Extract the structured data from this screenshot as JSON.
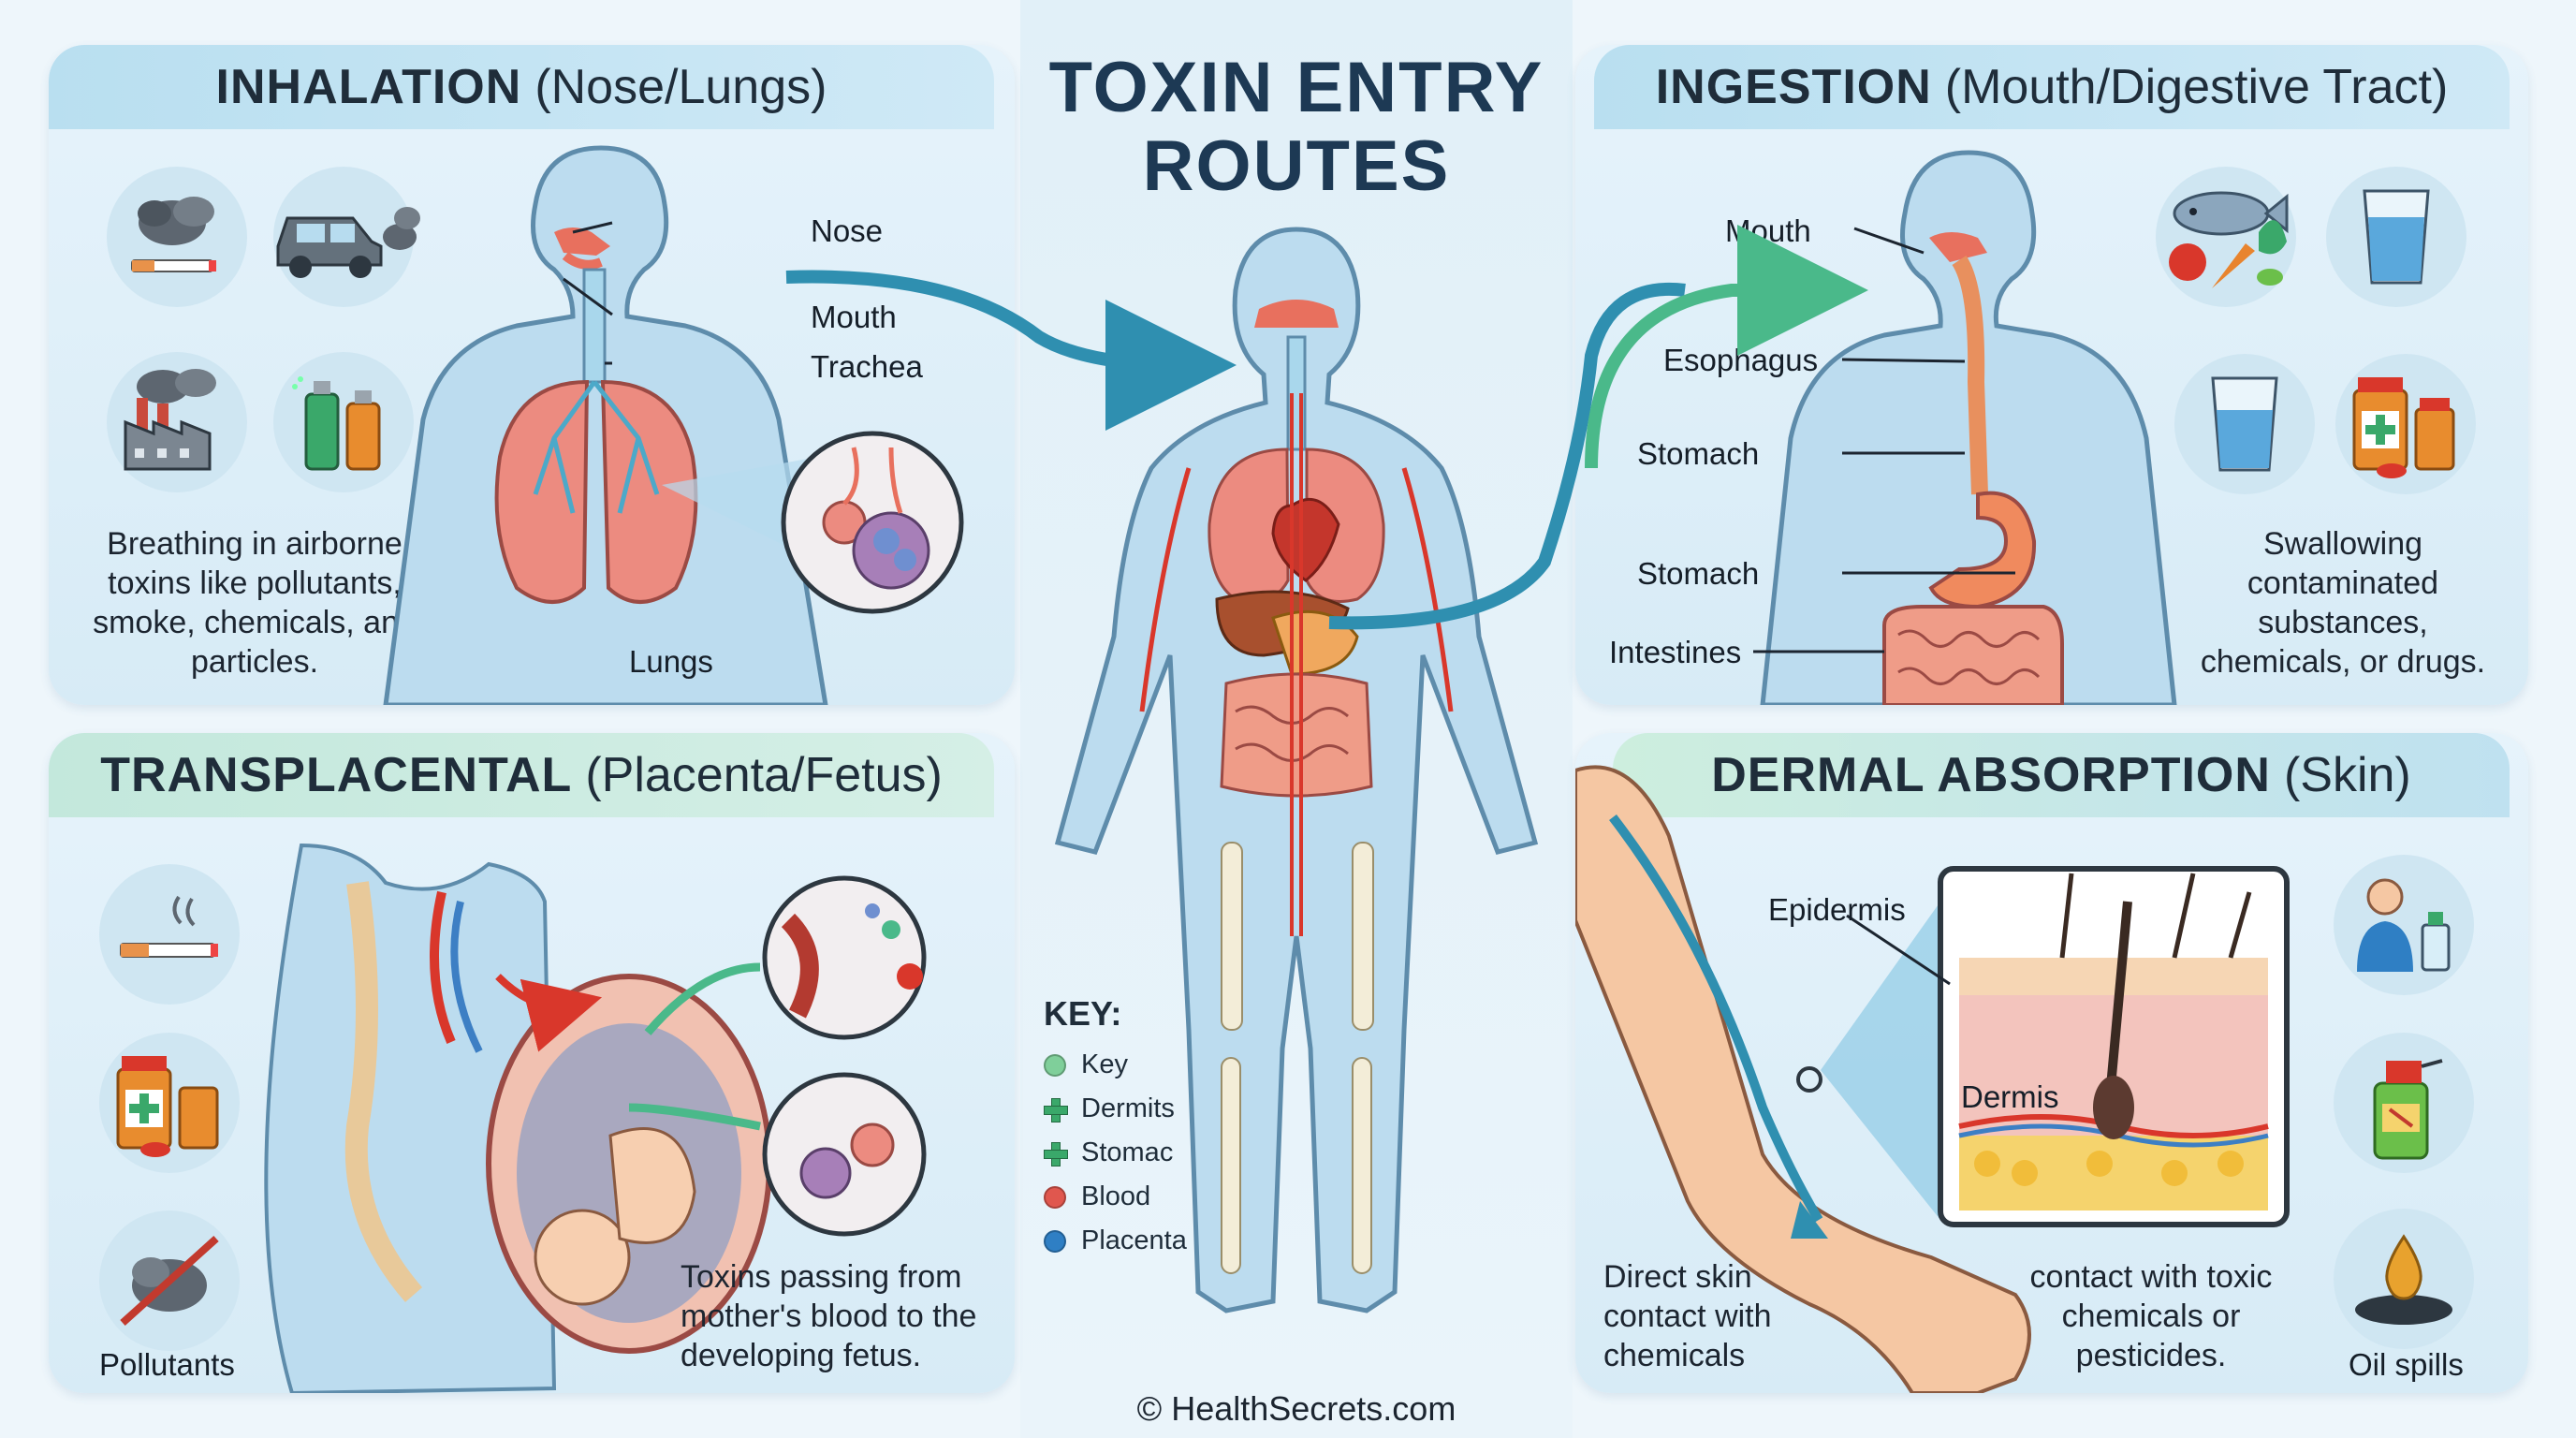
{
  "title": "TOXIN ENTRY ROUTES",
  "copyright": "© HealthSecrets.com",
  "inhalation": {
    "heading_bold": "INHALATION",
    "heading_rest": "(Nose/Lungs)",
    "labels": {
      "nose": "Nose",
      "mouth": "Mouth",
      "trachea": "Trachea",
      "lungs": "Lungs"
    },
    "description": "Breathing in airborne toxins like pollutants, smoke, chemicals, and particles.",
    "icons": [
      "cigarette-smoke-icon",
      "car-exhaust-icon",
      "factory-icon",
      "spray-can-icon"
    ]
  },
  "ingestion": {
    "heading_bold": "INGESTION",
    "heading_rest": "(Mouth/Digestive Tract)",
    "labels": {
      "mouth": "Mouth",
      "esophagus": "Esophagus",
      "stomach1": "Stomach",
      "stomach2": "Stomach",
      "intestines": "Intestines"
    },
    "description": "Swallowing contaminated substances, chemicals, or drugs.",
    "icons": [
      "food-icon",
      "water-glass-icon",
      "water-glass-icon",
      "medicine-icon"
    ]
  },
  "transplacental": {
    "heading_bold": "TRANSPLACENTAL",
    "heading_rest": "(Placenta/Fetus)",
    "description": "Toxins passing from mother's blood to the developing fetus.",
    "pollutants_label": "Pollutants",
    "icons": [
      "cigarette-icon",
      "medicine-icon",
      "no-pollution-icon"
    ]
  },
  "dermal": {
    "heading_bold": "DERMAL ABSORPTION",
    "heading_rest": "(Skin)",
    "labels": {
      "epidermis": "Epidermis",
      "dermis": "Dermis"
    },
    "description_left": "Direct skin contact with chemicals",
    "description_right": "contact with toxic chemicals or pesticides.",
    "oil_label": "Oil spills",
    "icons": [
      "person-spray-icon",
      "pesticide-spray-icon",
      "oil-drop-icon"
    ]
  },
  "key": {
    "title": "KEY:",
    "items": [
      {
        "label": "Key",
        "color": "#7fcf9a",
        "shape": "dot"
      },
      {
        "label": "Dermits",
        "color": "#3aa86a",
        "shape": "plus"
      },
      {
        "label": "Stomac",
        "color": "#3aa86a",
        "shape": "plus"
      },
      {
        "label": "Blood",
        "color": "#e0574e",
        "shape": "dot"
      },
      {
        "label": "Placenta",
        "color": "#2f7fc4",
        "shape": "dot"
      }
    ]
  },
  "colors": {
    "organ_red": "#e8705e",
    "lung_pink": "#ec8b80",
    "body_blue": "#bcdcef",
    "arrow_teal": "#2f8fb0",
    "arrow_green": "#4ab98a",
    "skin": "#f5c7a3"
  }
}
